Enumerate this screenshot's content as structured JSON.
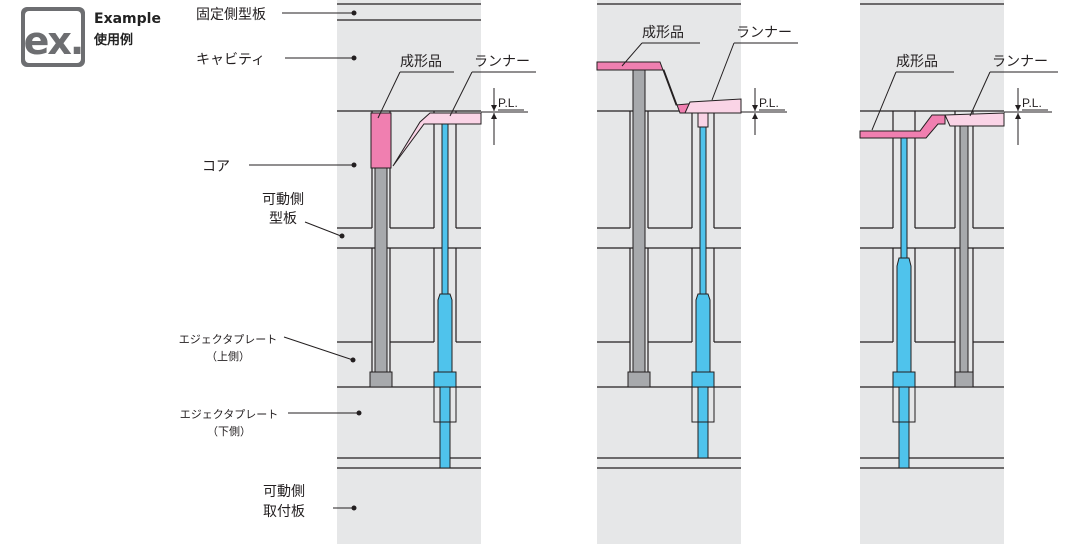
{
  "badge": {
    "glyph": "ex.",
    "title": "Example",
    "subtitle": "使用例"
  },
  "labels": {
    "fixed_plate": "固定側型板",
    "cavity": "キャビティ",
    "core": "コア",
    "movable_plate_line1": "可動側",
    "movable_plate_line2": "型板",
    "ejector_upper_line1": "エジェクタプレート",
    "ejector_upper_line2": "（上側）",
    "ejector_lower_line1": "エジェクタプレート",
    "ejector_lower_line2": "（下側）",
    "mount_plate_line1": "可動側",
    "mount_plate_line2": "取付板",
    "molded_part": "成形品",
    "runner": "ランナー",
    "parting_line": "P.L."
  },
  "colors": {
    "plate_fill": "#e6e7e8",
    "line": "#231f20",
    "pin_gray": "#a7a9ac",
    "pin_blue": "#4fc3ec",
    "part_pink": "#f07fb0",
    "runner_pink": "#fad4e6",
    "badge_gray": "#6d6e71"
  }
}
